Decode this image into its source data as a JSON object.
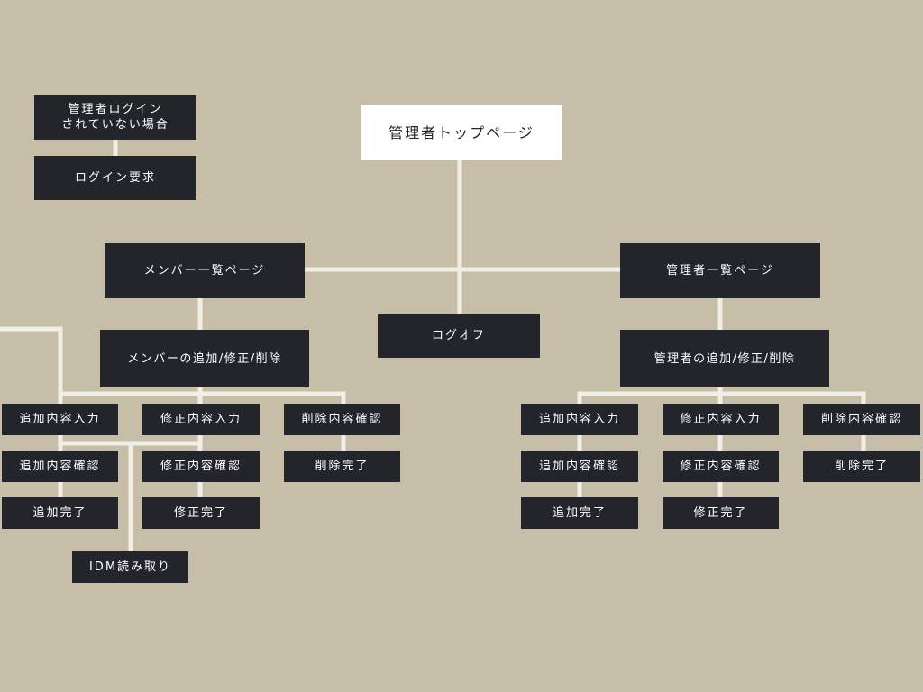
{
  "colors": {
    "background": "#c6bea6",
    "node": "#24252b",
    "root_node": "#ffffff",
    "connector": "#f1eee6"
  },
  "nodes": {
    "top_page": "管理者トップページ",
    "not_logged_in": "管理者ログイン\nされていない場合",
    "login_request": "ログイン要求",
    "member_list": "メンバー一覧ページ",
    "admin_list": "管理者一覧ページ",
    "logoff": "ログオフ",
    "member_crud": "メンバーの追加/修正/削除",
    "admin_crud": "管理者の追加/修正/削除",
    "m_add_input": "追加内容入力",
    "m_add_confirm": "追加内容確認",
    "m_add_done": "追加完了",
    "m_edit_input": "修正内容入力",
    "m_edit_confirm": "修正内容確認",
    "m_edit_done": "修正完了",
    "m_del_confirm": "削除内容確認",
    "m_del_done": "削除完了",
    "idm_read": "IDM読み取り",
    "a_add_input": "追加内容入力",
    "a_add_confirm": "追加内容確認",
    "a_add_done": "追加完了",
    "a_edit_input": "修正内容入力",
    "a_edit_confirm": "修正内容確認",
    "a_edit_done": "修正完了",
    "a_del_confirm": "削除内容確認",
    "a_del_done": "削除完了"
  }
}
